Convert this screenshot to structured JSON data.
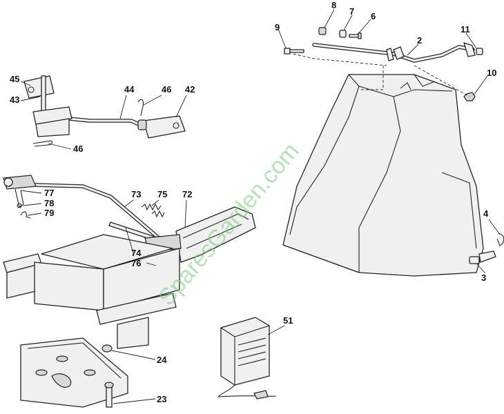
{
  "diagram": {
    "callouts": {
      "c8": "8",
      "c7": "7",
      "c6": "6",
      "c9": "9",
      "c2": "2",
      "c11": "11",
      "c10": "10",
      "c45": "45",
      "c43": "43",
      "c44": "44",
      "c46a": "46",
      "c42": "42",
      "c46b": "46",
      "c77": "77",
      "c78": "78",
      "c79": "79",
      "c73": "73",
      "c75": "75",
      "c72": "72",
      "c74": "74",
      "c76": "76",
      "c4": "4",
      "c3": "3",
      "c51": "51",
      "c24": "24",
      "c23": "23"
    },
    "watermark": "SparesGarden.com"
  }
}
